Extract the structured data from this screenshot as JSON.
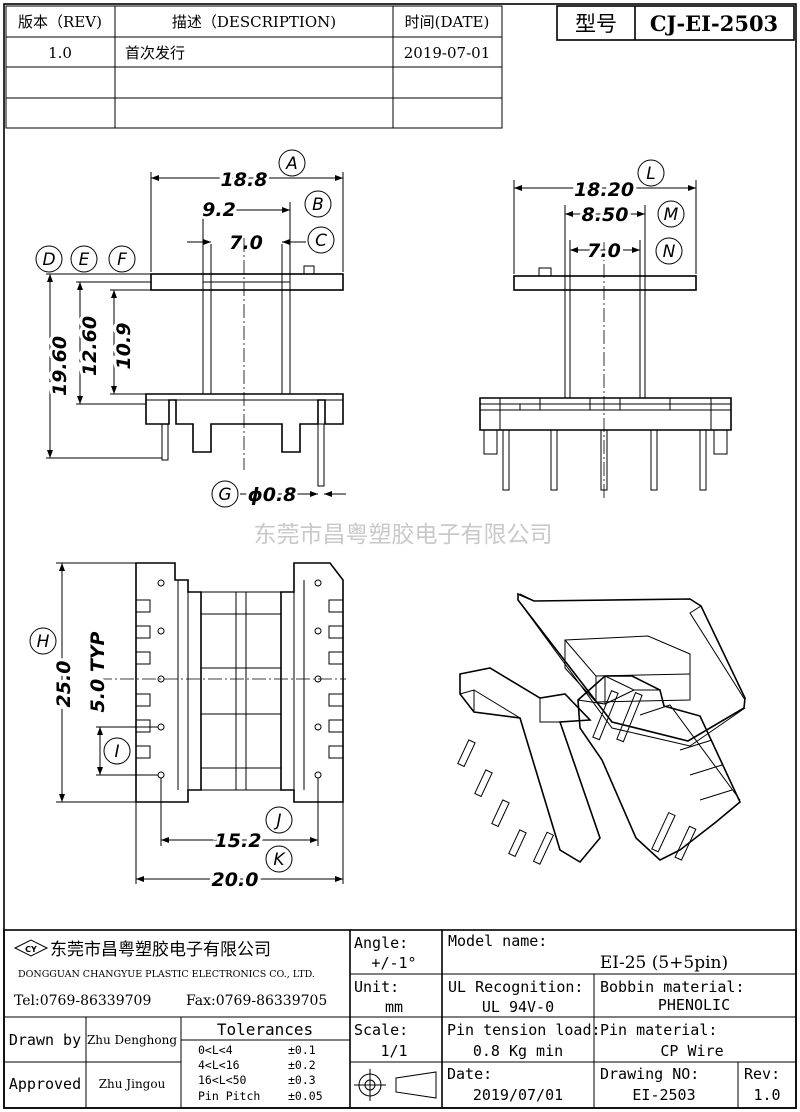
{
  "revision_table": {
    "headers": [
      "版本（REV)",
      "描述（DESCRIPTION)",
      "时间(DATE)"
    ],
    "rows": [
      {
        "rev": "1.0",
        "desc": "首次发行",
        "date": "2019-07-01"
      },
      {
        "rev": "",
        "desc": "",
        "date": ""
      },
      {
        "rev": "",
        "desc": "",
        "date": ""
      }
    ]
  },
  "model_box": {
    "label": "型号",
    "value": "CJ-EI-2503"
  },
  "front_view": {
    "dims": {
      "a": "18.8",
      "b": "9.2",
      "c": "7.0",
      "d": "19.60",
      "e": "12.60",
      "f": "10.9",
      "g": "ϕ0.8"
    },
    "labels": [
      "A",
      "B",
      "C",
      "D",
      "E",
      "F",
      "G"
    ]
  },
  "side_view": {
    "dims": {
      "l": "18.20",
      "m": "8.50",
      "n": "7.0"
    },
    "labels": [
      "L",
      "M",
      "N"
    ]
  },
  "bottom_view": {
    "dims": {
      "h": "25.0",
      "i": "5.0 TYP",
      "j": "15.2",
      "k": "20.0"
    },
    "labels": [
      "H",
      "I",
      "J",
      "K"
    ]
  },
  "watermark": "东莞市昌粤塑胶电子有限公司",
  "title_block": {
    "company_cn": "东莞市昌粤塑胶电子有限公司",
    "company_en": "DONGGUAN CHANGYUE PLASTIC ELECTRONICS CO., LTD.",
    "tel": "Tel:0769-86339709",
    "fax": "Fax:0769-86339705",
    "logo_text": "CY",
    "angle_label": "Angle:",
    "angle_value": "+/-1°",
    "unit_label": "Unit:",
    "unit_value": "mm",
    "scale_label": "Scale:",
    "scale_value": "1/1",
    "model_name_label": "Model name:",
    "model_name_value": "EI-25 (5+5pin)",
    "ul_label": "UL Recognition:",
    "ul_value": "UL 94V-0",
    "bobbin_label": "Bobbin material:",
    "bobbin_value": "PHENOLIC",
    "pin_tension_label": "Pin tension load:",
    "pin_tension_value": "0.8 Kg min",
    "pin_material_label": "Pin material:",
    "pin_material_value": "CP Wire",
    "date_label": "Date:",
    "date_value": "2019/07/01",
    "drawing_no_label": "Drawing NO:",
    "drawing_no_value": "EI-2503",
    "rev_label": "Rev:",
    "rev_value": "1.0",
    "drawn_by_label": "Drawn by",
    "drawn_by_value": "Zhu Denghong",
    "approved_label": "Approved",
    "approved_value": "Zhu Jingou",
    "tolerances_title": "Tolerances",
    "tolerances": [
      {
        "range": "0<L<4",
        "value": "±0.1"
      },
      {
        "range": "4<L<16",
        "value": "±0.2"
      },
      {
        "range": "16<L<50",
        "value": "±0.3"
      },
      {
        "range": "Pin Pitch",
        "value": "±0.05"
      }
    ]
  }
}
